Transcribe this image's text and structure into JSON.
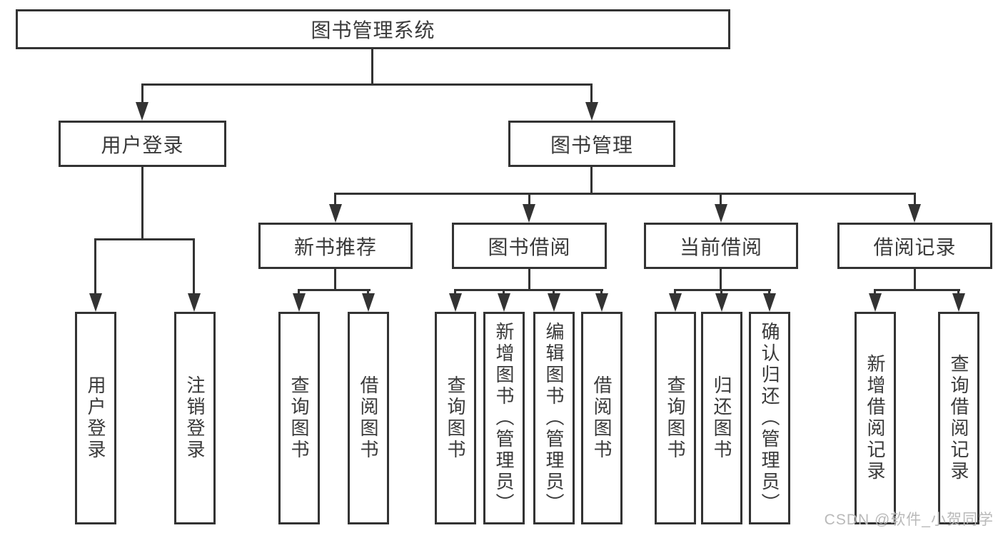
{
  "diagram": {
    "root": {
      "label": "图书管理系统"
    },
    "level2": [
      {
        "label": "用户登录"
      },
      {
        "label": "图书管理"
      }
    ],
    "level3": [
      {
        "label": "新书推荐"
      },
      {
        "label": "图书借阅"
      },
      {
        "label": "当前借阅"
      },
      {
        "label": "借阅记录"
      }
    ],
    "level4": {
      "user": [
        {
          "label": "用户登录"
        },
        {
          "label": "注销登录"
        }
      ],
      "recommend": [
        {
          "label": "查询图书"
        },
        {
          "label": "借阅图书"
        }
      ],
      "borrow": [
        {
          "label": "查询图书"
        },
        {
          "label": "新增图书（管理员）"
        },
        {
          "label": "编辑图书（管理员）"
        },
        {
          "label": "借阅图书"
        }
      ],
      "current": [
        {
          "label": "查询图书"
        },
        {
          "label": "归还图书"
        },
        {
          "label": "确认归还（管理员）"
        }
      ],
      "records": [
        {
          "label": "新增借阅记录"
        },
        {
          "label": "查询借阅记录"
        }
      ]
    }
  },
  "watermark": {
    "text": "CSDN @软件_小贺同学"
  },
  "colors": {
    "line": "#333333",
    "box_border": "#333333",
    "box_fill": "#ffffff",
    "text": "#3a3a3a",
    "watermark": "#b9b9b9",
    "background": "#ffffff"
  }
}
